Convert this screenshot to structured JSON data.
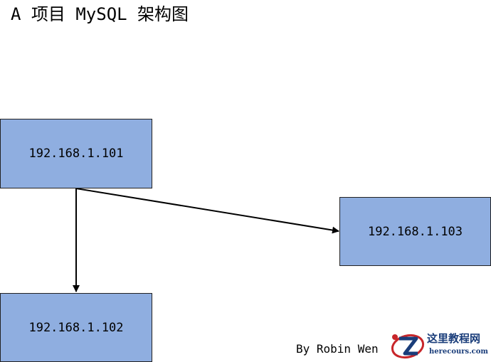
{
  "title": "A 项目 MySQL 架构图",
  "nodes": {
    "n101": "192.168.1.101",
    "n102": "192.168.1.102",
    "n103": "192.168.1.103"
  },
  "edges": [
    {
      "from": "192.168.1.101",
      "to": "192.168.1.102"
    },
    {
      "from": "192.168.1.101",
      "to": "192.168.1.103"
    }
  ],
  "author": "By Robin Wen",
  "watermark": {
    "title": "这里教程网",
    "url": "herecours.com"
  },
  "colors": {
    "node_fill": "#8faee0",
    "node_border": "#222222",
    "edge": "#000000",
    "watermark_red": "#c8262a",
    "watermark_blue": "#1a3d7a"
  }
}
